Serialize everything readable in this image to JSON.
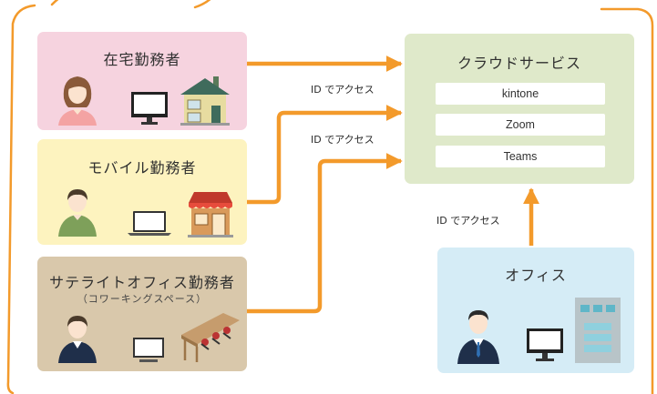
{
  "nodes": {
    "home_worker": {
      "title": "在宅勤務者"
    },
    "mobile_worker": {
      "title": "モバイル勤務者"
    },
    "satellite_worker": {
      "title": "サテライトオフィス勤務者",
      "subtitle": "（コワーキングスペース）"
    },
    "cloud": {
      "title": "クラウドサービス",
      "services": [
        "kintone",
        "Zoom",
        "Teams"
      ]
    },
    "office": {
      "title": "オフィス"
    }
  },
  "edges": {
    "home_to_cloud": "ID でアクセス",
    "mobile_to_cloud": "ID でアクセス",
    "office_to_cloud": "ID でアクセス"
  },
  "colors": {
    "arrow": "#f39a2b",
    "outline": "#f39a2b",
    "home_bg": "#f6d3df",
    "mobile_bg": "#fdf3bf",
    "satellite_bg": "#d9c8ab",
    "cloud_bg": "#dfe9ca",
    "office_bg": "#d5ecf6"
  },
  "icons": [
    "woman-icon",
    "monitor-icon",
    "house-icon",
    "man-icon",
    "laptop-icon",
    "shop-icon",
    "meeting-table-icon",
    "businessman-icon",
    "office-building-icon"
  ]
}
